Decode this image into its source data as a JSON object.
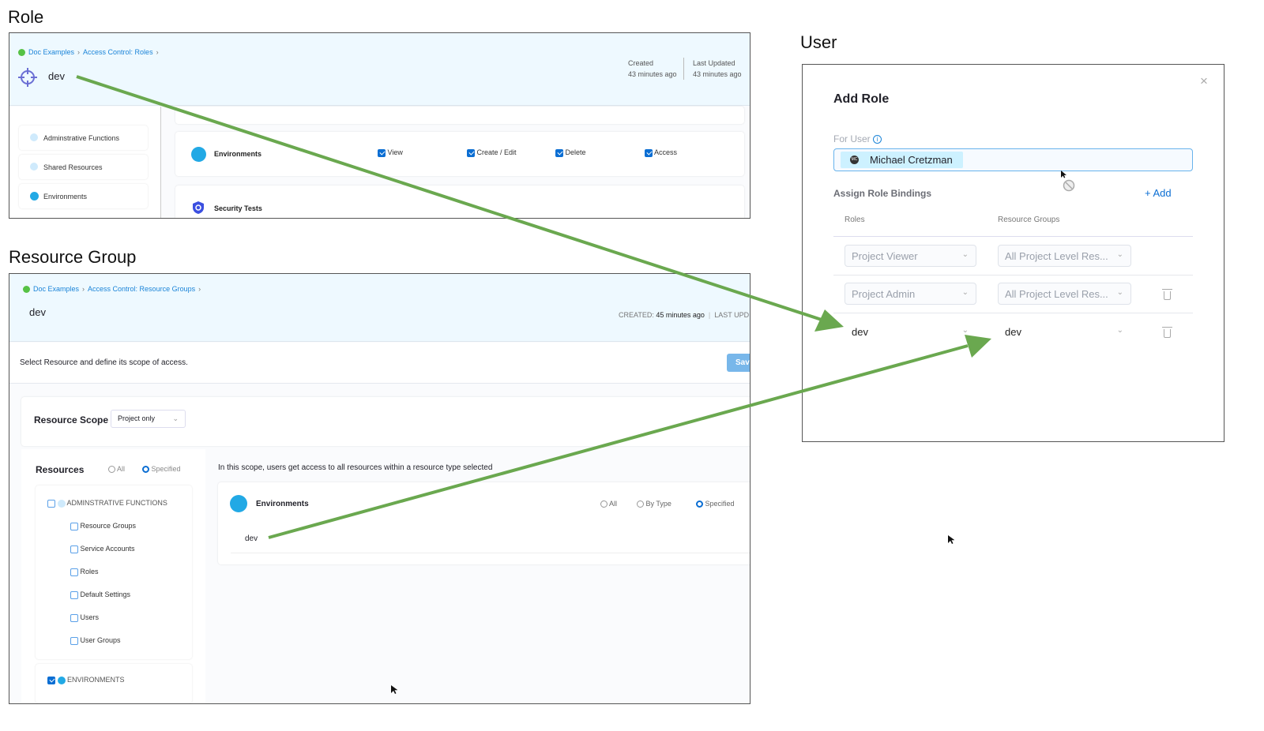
{
  "labels": {
    "role": "Role",
    "resource_group": "Resource Group",
    "user": "User"
  },
  "role_panel": {
    "breadcrumb": [
      "Doc Examples",
      "Access Control: Roles"
    ],
    "title": "dev",
    "created_label": "Created",
    "created_value": "43 minutes ago",
    "updated_label": "Last Updated",
    "updated_value": "43 minutes ago",
    "sidebar": [
      "Adminstrative Functions",
      "Shared Resources",
      "Environments"
    ],
    "rows": [
      {
        "name": "Environments",
        "permissions": [
          "View",
          "Create / Edit",
          "Delete",
          "Access"
        ]
      },
      {
        "name": "Security Tests"
      }
    ]
  },
  "rg_panel": {
    "breadcrumb": [
      "Doc Examples",
      "Access Control: Resource Groups"
    ],
    "title": "dev",
    "created_label": "CREATED:",
    "created_value": "45 minutes ago",
    "updated_label": "LAST UPD",
    "instruction": "Select Resource and define its scope of access.",
    "save_label": "Save",
    "scope_label": "Resource Scope",
    "scope_value": "Project only",
    "resources_label": "Resources",
    "radio_all": "All",
    "radio_specified": "Specified",
    "admin_group": "ADMINSTRATIVE FUNCTIONS",
    "admin_items": [
      "Resource Groups",
      "Service Accounts",
      "Roles",
      "Default Settings",
      "Users",
      "User Groups"
    ],
    "env_group": "ENVIRONMENTS",
    "scope_note": "In this scope, users get access to all resources within a resource type selected",
    "env_card": {
      "name": "Environments",
      "options": [
        "All",
        "By Type",
        "Specified"
      ],
      "selected": "Specified",
      "item": "dev"
    }
  },
  "user_panel": {
    "title": "Add Role",
    "for_user_label": "For User",
    "user_name": "Michael Cretzman",
    "user_initials": "MC",
    "bindings_label": "Assign Role Bindings",
    "add_label": "+ Add",
    "col_roles": "Roles",
    "col_groups": "Resource Groups",
    "bindings": [
      {
        "role": "Project Viewer",
        "group": "All Project Level Res..."
      },
      {
        "role": "Project Admin",
        "group": "All Project Level Res..."
      },
      {
        "role": "dev",
        "group": "dev"
      }
    ]
  },
  "colors": {
    "arrow": "#6aa84f",
    "accent": "#0b6ed3",
    "header_bg": "#eef9ff"
  }
}
